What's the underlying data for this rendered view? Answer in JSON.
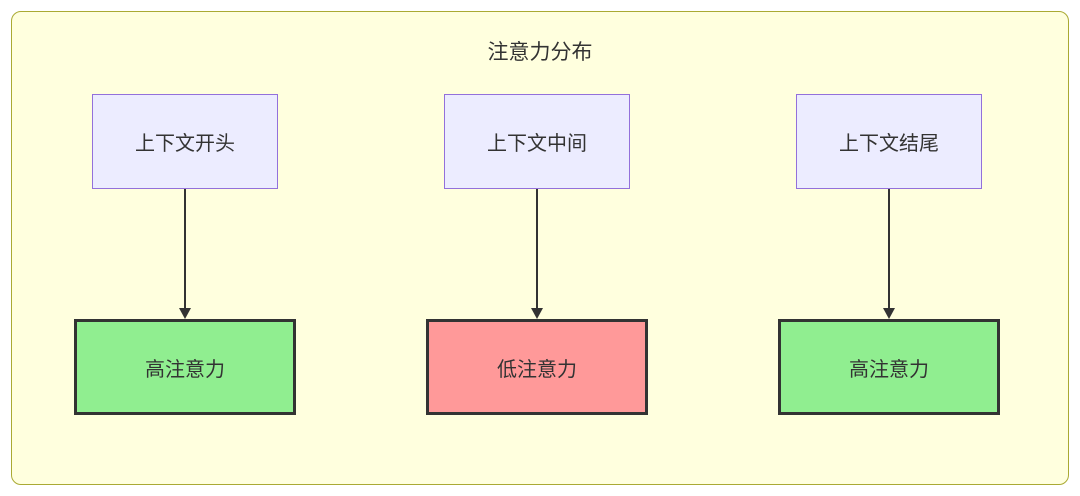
{
  "diagram": {
    "title": "注意力分布",
    "columns": [
      {
        "top": "上下文开头",
        "bottom": "高注意力",
        "bottom_type": "high"
      },
      {
        "top": "上下文中间",
        "bottom": "低注意力",
        "bottom_type": "low"
      },
      {
        "top": "上下文结尾",
        "bottom": "高注意力",
        "bottom_type": "high"
      }
    ],
    "colors": {
      "container_bg": "#ffffde",
      "container_border": "#aaaa33",
      "top_bg": "#ececff",
      "top_border": "#9370db",
      "high_bg": "#90ee90",
      "low_bg": "#ff9999",
      "bottom_border": "#333333"
    }
  }
}
